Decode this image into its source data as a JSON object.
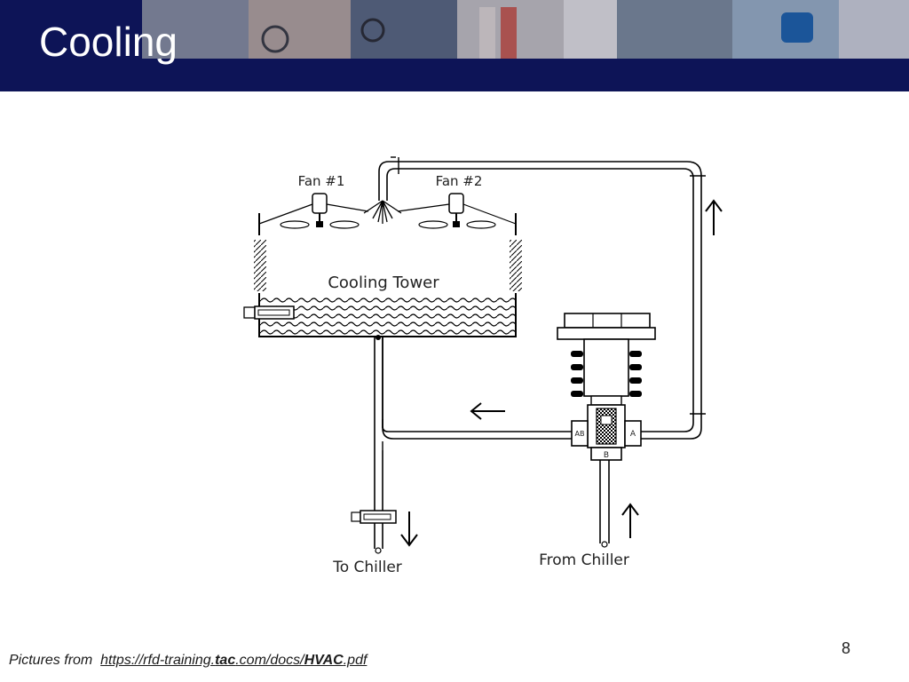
{
  "slide": {
    "title": "Cooling",
    "page_number": "8",
    "source_prefix": "Pictures from",
    "source_link": {
      "part1": "https://rfd-training.",
      "part2": "tac",
      "part3": ".com/docs/",
      "part4": "HVAC",
      "part5": ".pdf"
    }
  },
  "diagram": {
    "fan1_label": "Fan #1",
    "fan2_label": "Fan #2",
    "tower_label": "Cooling Tower",
    "to_chiller_label": "To Chiller",
    "from_chiller_label": "From Chiller",
    "valve_port_ab": "AB",
    "valve_port_a": "A",
    "valve_port_b": "B"
  },
  "colors": {
    "header_bg": "#0d1457",
    "title_text": "#ffffff"
  }
}
